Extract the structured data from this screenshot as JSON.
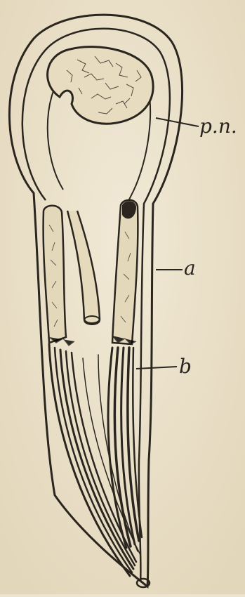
{
  "figure": {
    "labels": {
      "pn": "p.n.",
      "a": "a",
      "b": "b"
    }
  },
  "colors": {
    "paper": "#ede4cf",
    "ink": "#2a261f"
  }
}
